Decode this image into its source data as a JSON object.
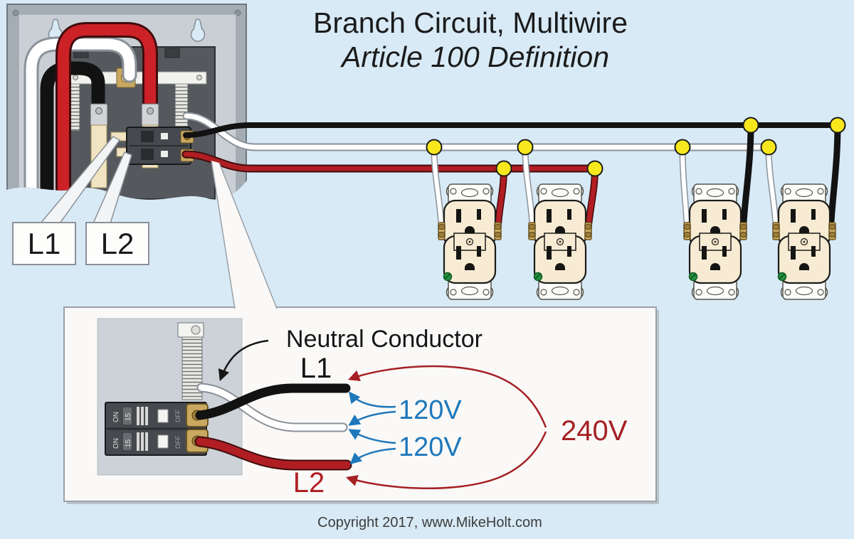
{
  "title": {
    "line1": "Branch Circuit, Multiwire",
    "line2": "Article 100 Definition"
  },
  "panel_callouts": {
    "l1": "L1",
    "l2": "L2"
  },
  "inset": {
    "neutral_conductor": "Neutral Conductor",
    "l1": "L1",
    "l2": "L2",
    "voltage_l1_neutral": "120V",
    "voltage_l2_neutral": "120V",
    "voltage_l1_l2": "240V",
    "breaker_on": "ON",
    "breaker_off": "OFF",
    "breaker_amps": "15"
  },
  "footer": {
    "copyright": "Copyright 2017, www.MikeHolt.com"
  },
  "colors": {
    "background": "#d8eaf6",
    "wire_black": "#121212",
    "wire_white": "#ffffff",
    "wire_red": "#b01e23",
    "junction_yellow": "#f7e81d",
    "label_red": "#b22025",
    "voltage_blue": "#1f78bb",
    "voltage_red": "#a52024",
    "receptacle_cream": "#f7ebd3",
    "panel_gray": "#a4acb4",
    "title_color": "#1b1b1b"
  }
}
